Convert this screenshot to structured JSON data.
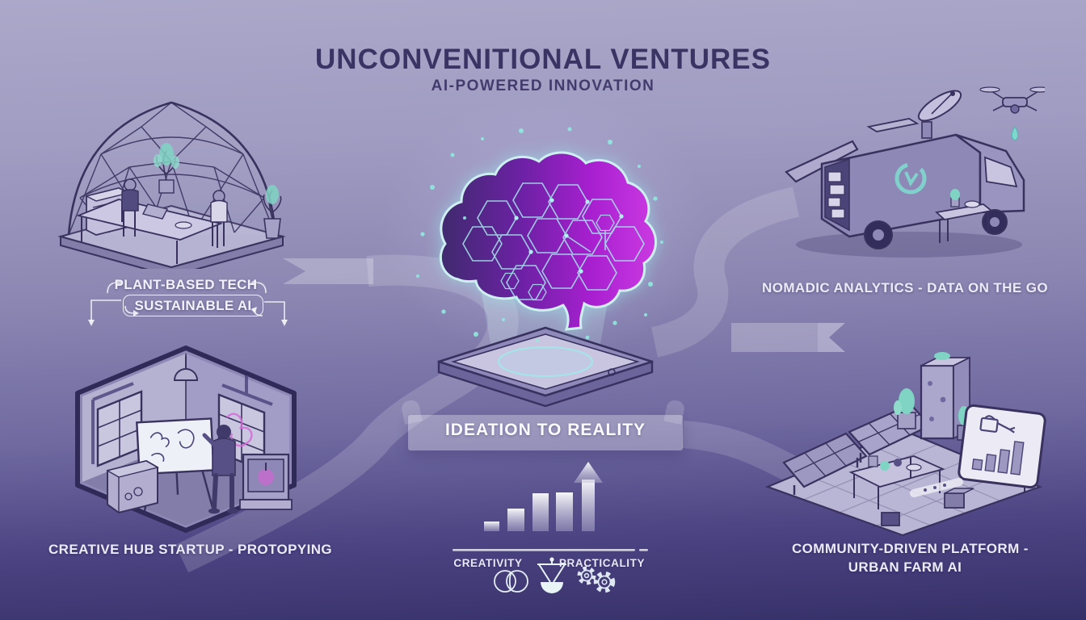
{
  "header": {
    "title": "UNCONVENITIONAL VENTURES",
    "subtitle": "AI-POWERED INNOVATION"
  },
  "scenes": {
    "dome": {
      "tag": "PLANT-BASED TECH",
      "badge": "SUSTAINABLE AI"
    },
    "van": {
      "caption": "NOMADIC ANALYTICS - DATA ON THE GO"
    },
    "workshop": {
      "caption": "CREATIVE HUB STARTUP - PROTOPYING"
    },
    "farm": {
      "caption_line1": "COMMUNITY-DRIVEN PLATFORM -",
      "caption_line2": "URBAN FARM AI"
    }
  },
  "center": {
    "banner": "IDEATION TO REALITY"
  },
  "balance": {
    "left": "CREATIVITY",
    "right": "PRACTICALITY"
  },
  "icons": {
    "creativity": "venn-circles-icon",
    "balance": "balance-scale-icon",
    "practicality": "gears-icon",
    "growth": "growth-bars-arrow-icon",
    "drone": "drone-icon",
    "satellite": "satellite-dish-icon"
  },
  "growth_chart": {
    "type": "bar",
    "values": [
      1,
      2.3,
      3.9,
      4.0
    ],
    "arrow_up": true,
    "note": "decorative ascending bars ending in upward arrow"
  },
  "colors": {
    "bg_top": "#aba8ca",
    "bg_bottom": "#363068",
    "title": "#3a3464",
    "caption": "#eceaf6",
    "accent_cyan": "#7fd8cf",
    "brain_magenta": "#c02bd8",
    "brain_indigo": "#42286e",
    "outline": "#39325f",
    "ribbon": "rgba(255,255,255,0.17)"
  }
}
